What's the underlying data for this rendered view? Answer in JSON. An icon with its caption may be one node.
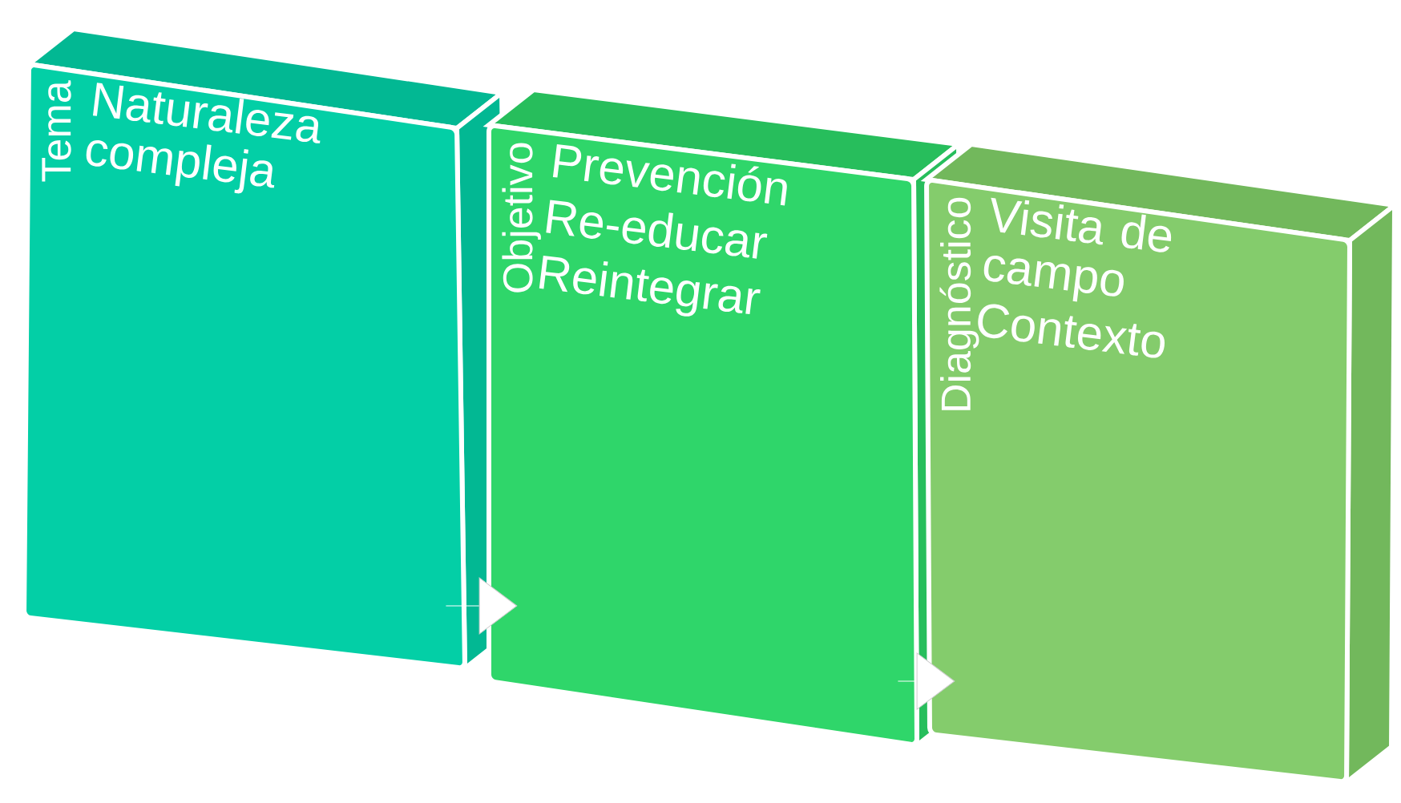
{
  "diagram": {
    "nodes": [
      {
        "text": [
          "Tema",
          "Naturaleza compleja"
        ]
      },
      {
        "text": [
          "Objetivo",
          "Prevención",
          "Re-educar",
          "Reintegrar"
        ]
      },
      {
        "text": [
          "Diagnóstico",
          "Visita de campo",
          "Contexto"
        ]
      }
    ],
    "edges": [
      {
        "from": 0,
        "to": 1,
        "arrow": "to"
      },
      {
        "from": 1,
        "to": 2,
        "arrow": "to"
      }
    ]
  }
}
